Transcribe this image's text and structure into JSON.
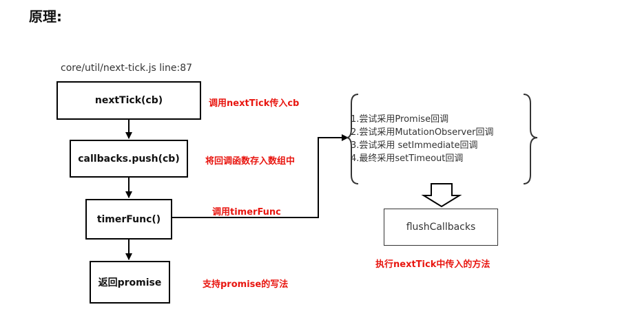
{
  "heading": "原理:",
  "source_label": "core/util/next-tick.js line:87",
  "flow": {
    "step1": "nextTick(cb)",
    "step2": "callbacks.push(cb)",
    "step3": "timerFunc()",
    "step4": "返回promise"
  },
  "notes": {
    "step1": "调用nextTick传入cb",
    "step2": "将回调函数存入数组中",
    "step3": "调用timerFunc",
    "step4": "支持promise的写法"
  },
  "strategies": [
    "1.尝试采用Promise回调",
    "2.尝试采用MutationObserver回调",
    "3.尝试采用 setImmediate回调",
    "4.最终采用setTimeout回调"
  ],
  "result": {
    "box": "flushCallbacks",
    "note": "执行nextTick中传入的方法"
  }
}
